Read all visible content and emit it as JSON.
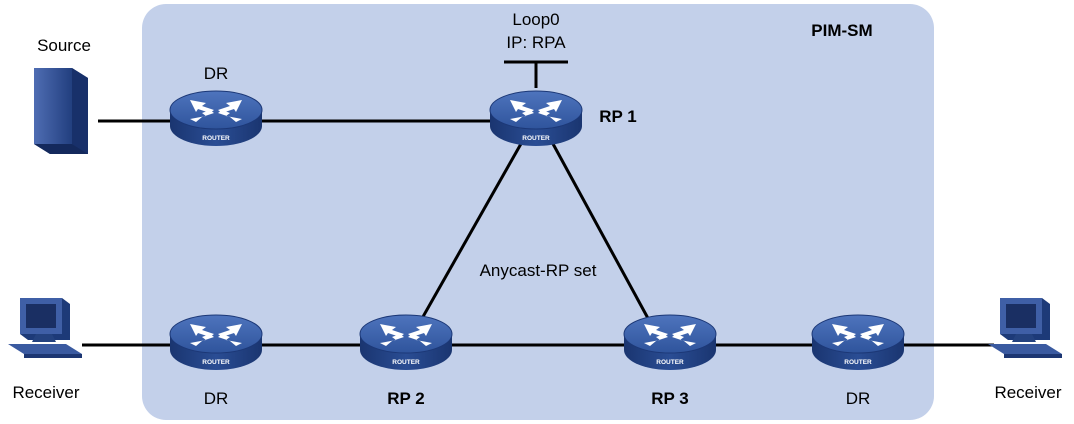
{
  "domain": {
    "label": "PIM-SM",
    "fill": "#c3d0ea"
  },
  "colors": {
    "router_top": "#3a5fa8",
    "router_side": "#1f3d7a",
    "router_arrows": "#ffffff",
    "device_color": "#2c4a8a"
  },
  "nodes": {
    "source": {
      "label": "Source",
      "icon": "server-icon"
    },
    "dr_source": {
      "label": "DR",
      "badge": "ROUTER",
      "icon": "router-icon"
    },
    "rp1": {
      "label": "RP 1",
      "badge": "ROUTER",
      "icon": "router-icon"
    },
    "rp1_loopback": {
      "line1": "Loop0",
      "line2": "IP: RPA"
    },
    "receiver_left": {
      "label": "Receiver",
      "icon": "workstation-icon"
    },
    "dr_left": {
      "label": "DR",
      "badge": "ROUTER",
      "icon": "router-icon"
    },
    "rp2": {
      "label": "RP 2",
      "badge": "ROUTER",
      "icon": "router-icon"
    },
    "rp3": {
      "label": "RP 3",
      "badge": "ROUTER",
      "icon": "router-icon"
    },
    "dr_right": {
      "label": "DR",
      "badge": "ROUTER",
      "icon": "router-icon"
    },
    "receiver_right": {
      "label": "Receiver",
      "icon": "workstation-icon"
    }
  },
  "annotations": {
    "anycast_set": "Anycast-RP set"
  }
}
